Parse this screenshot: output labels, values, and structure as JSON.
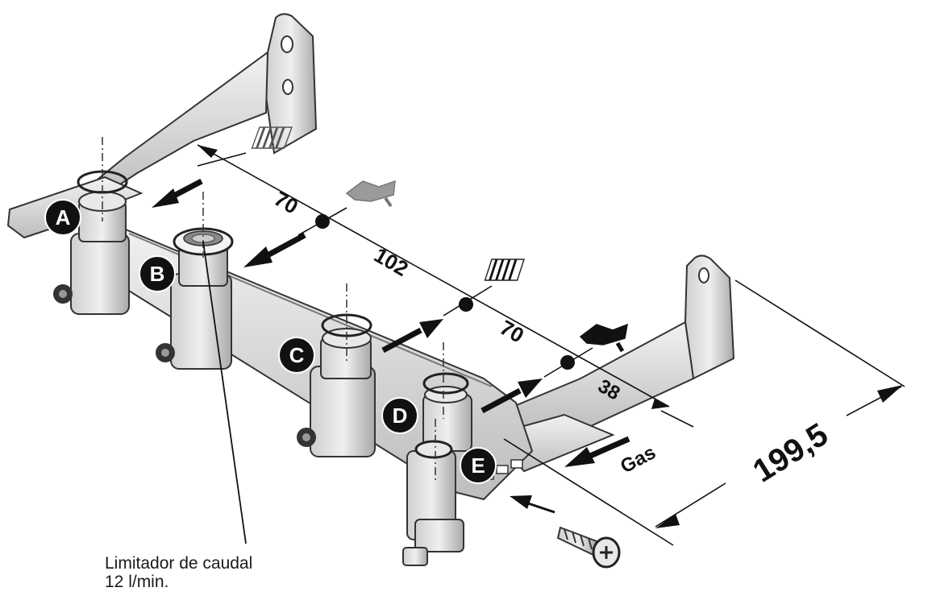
{
  "labels": {
    "A": "A",
    "B": "B",
    "C": "C",
    "D": "D",
    "E": "E"
  },
  "dimensions": {
    "d1": "70",
    "d2": "102",
    "d3": "70",
    "d4": "38",
    "total": "199,5"
  },
  "gas_label": "Gas",
  "caption": {
    "line1": "Limitador de caudal",
    "line2": "12 l/min."
  },
  "icons": [
    "radiator-icon",
    "tap-icon",
    "radiator-icon",
    "tap-icon",
    "screw-icon"
  ]
}
